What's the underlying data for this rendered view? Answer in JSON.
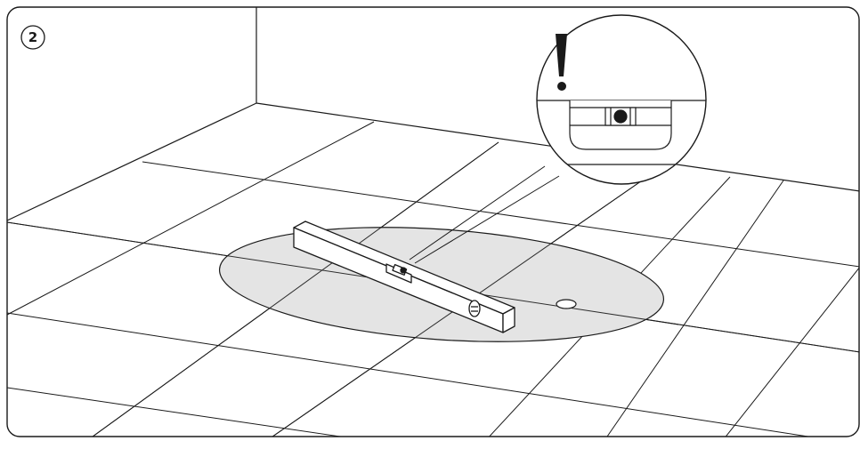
{
  "figure": {
    "step_number": "2",
    "warning_symbol": "!"
  },
  "palette": {
    "line": "#1a1a1a",
    "shadow_fill": "#e4e4e4",
    "background": "#ffffff"
  },
  "icons": [
    "warning-icon",
    "step-number-badge",
    "magnifier-callout",
    "spirit-level"
  ]
}
